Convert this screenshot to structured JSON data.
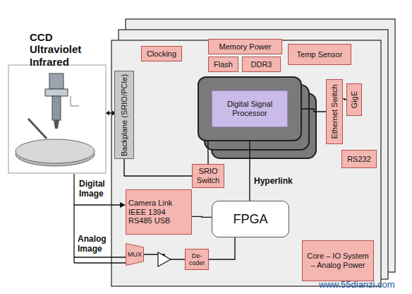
{
  "diagram": {
    "title": "CCD Ultraviolet Infrared",
    "nodes": [
      {
        "text": [
          "Backplane (SRIO/PCIe)"
        ]
      },
      {
        "text": [
          "Clocking"
        ]
      },
      {
        "text": [
          "Memory Power"
        ]
      },
      {
        "text": [
          "Flash"
        ]
      },
      {
        "text": [
          "DDR3"
        ]
      },
      {
        "text": [
          "Temp Sensor"
        ]
      },
      {
        "text": [
          "Digital Signal Processor"
        ]
      },
      {
        "text": [
          "Ethernet Switch"
        ]
      },
      {
        "text": [
          "GigE"
        ]
      },
      {
        "text": [
          "RS232"
        ]
      },
      {
        "text": [
          "SRIO Switch"
        ]
      },
      {
        "text": [
          "Camera Link IEEE 1394 RS485 USB"
        ]
      },
      {
        "text": [
          "FPGA"
        ]
      },
      {
        "text": [
          "MUX"
        ]
      },
      {
        "text": [
          "De-coder"
        ]
      },
      {
        "text": [
          "Core – IO System – Analog Power"
        ]
      }
    ],
    "edges": [
      {
        "from": 6,
        "to": 10,
        "arrow": "none"
      },
      {
        "from": 6,
        "to": 12,
        "arrow": "none"
      },
      {
        "from": 10,
        "to": 0,
        "arrow": "none"
      },
      {
        "from": 11,
        "to": 12,
        "arrow": "none"
      },
      {
        "from": 12,
        "to": 14,
        "arrow": "none"
      },
      {
        "from": 13,
        "to": 14,
        "arrow": "none"
      },
      {
        "from": 6,
        "to": 7,
        "arrow": "none"
      },
      {
        "from": 7,
        "to": 8,
        "arrow": "none"
      }
    ],
    "labels": [
      "Hyperlink",
      "Digital Image",
      "Analog Image",
      "www.55dianzi.com"
    ]
  }
}
